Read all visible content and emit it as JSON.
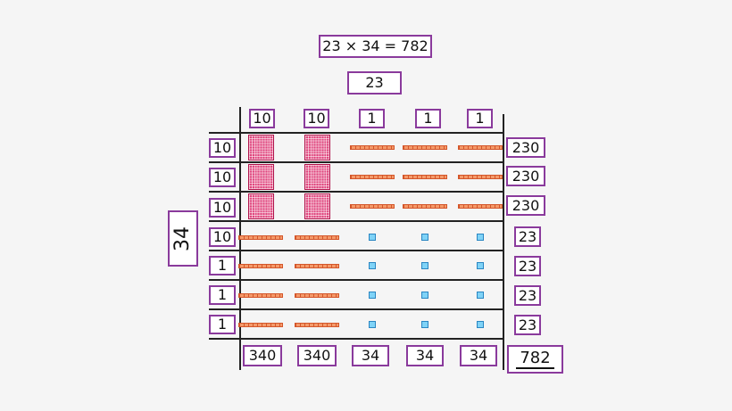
{
  "equation": "23 × 34 = 782",
  "top_factor": "23",
  "side_factor": "34",
  "column_headers": [
    "10",
    "10",
    "1",
    "1",
    "1"
  ],
  "row_headers": [
    "10",
    "10",
    "10",
    "10",
    "1",
    "1",
    "1"
  ],
  "row_totals": [
    "230",
    "230",
    "230",
    "23",
    "23",
    "23",
    "23"
  ],
  "column_totals": [
    "340",
    "340",
    "34",
    "34",
    "34"
  ],
  "grand_total": "782",
  "colors": {
    "box_border": "#8a3a9c",
    "hundred_block": "#e0467e",
    "ten_rod": "#f49a6a",
    "unit_cube": "#7fd3f7"
  },
  "cells": [
    [
      "hundred",
      "hundred",
      "rod",
      "rod",
      "rod"
    ],
    [
      "hundred",
      "hundred",
      "rod",
      "rod",
      "rod"
    ],
    [
      "hundred",
      "hundred",
      "rod",
      "rod",
      "rod"
    ],
    [
      "rod",
      "rod",
      "unit",
      "unit",
      "unit"
    ],
    [
      "rod",
      "rod",
      "unit",
      "unit",
      "unit"
    ],
    [
      "rod",
      "rod",
      "unit",
      "unit",
      "unit"
    ],
    [
      "rod",
      "rod",
      "unit",
      "unit",
      "unit"
    ]
  ]
}
